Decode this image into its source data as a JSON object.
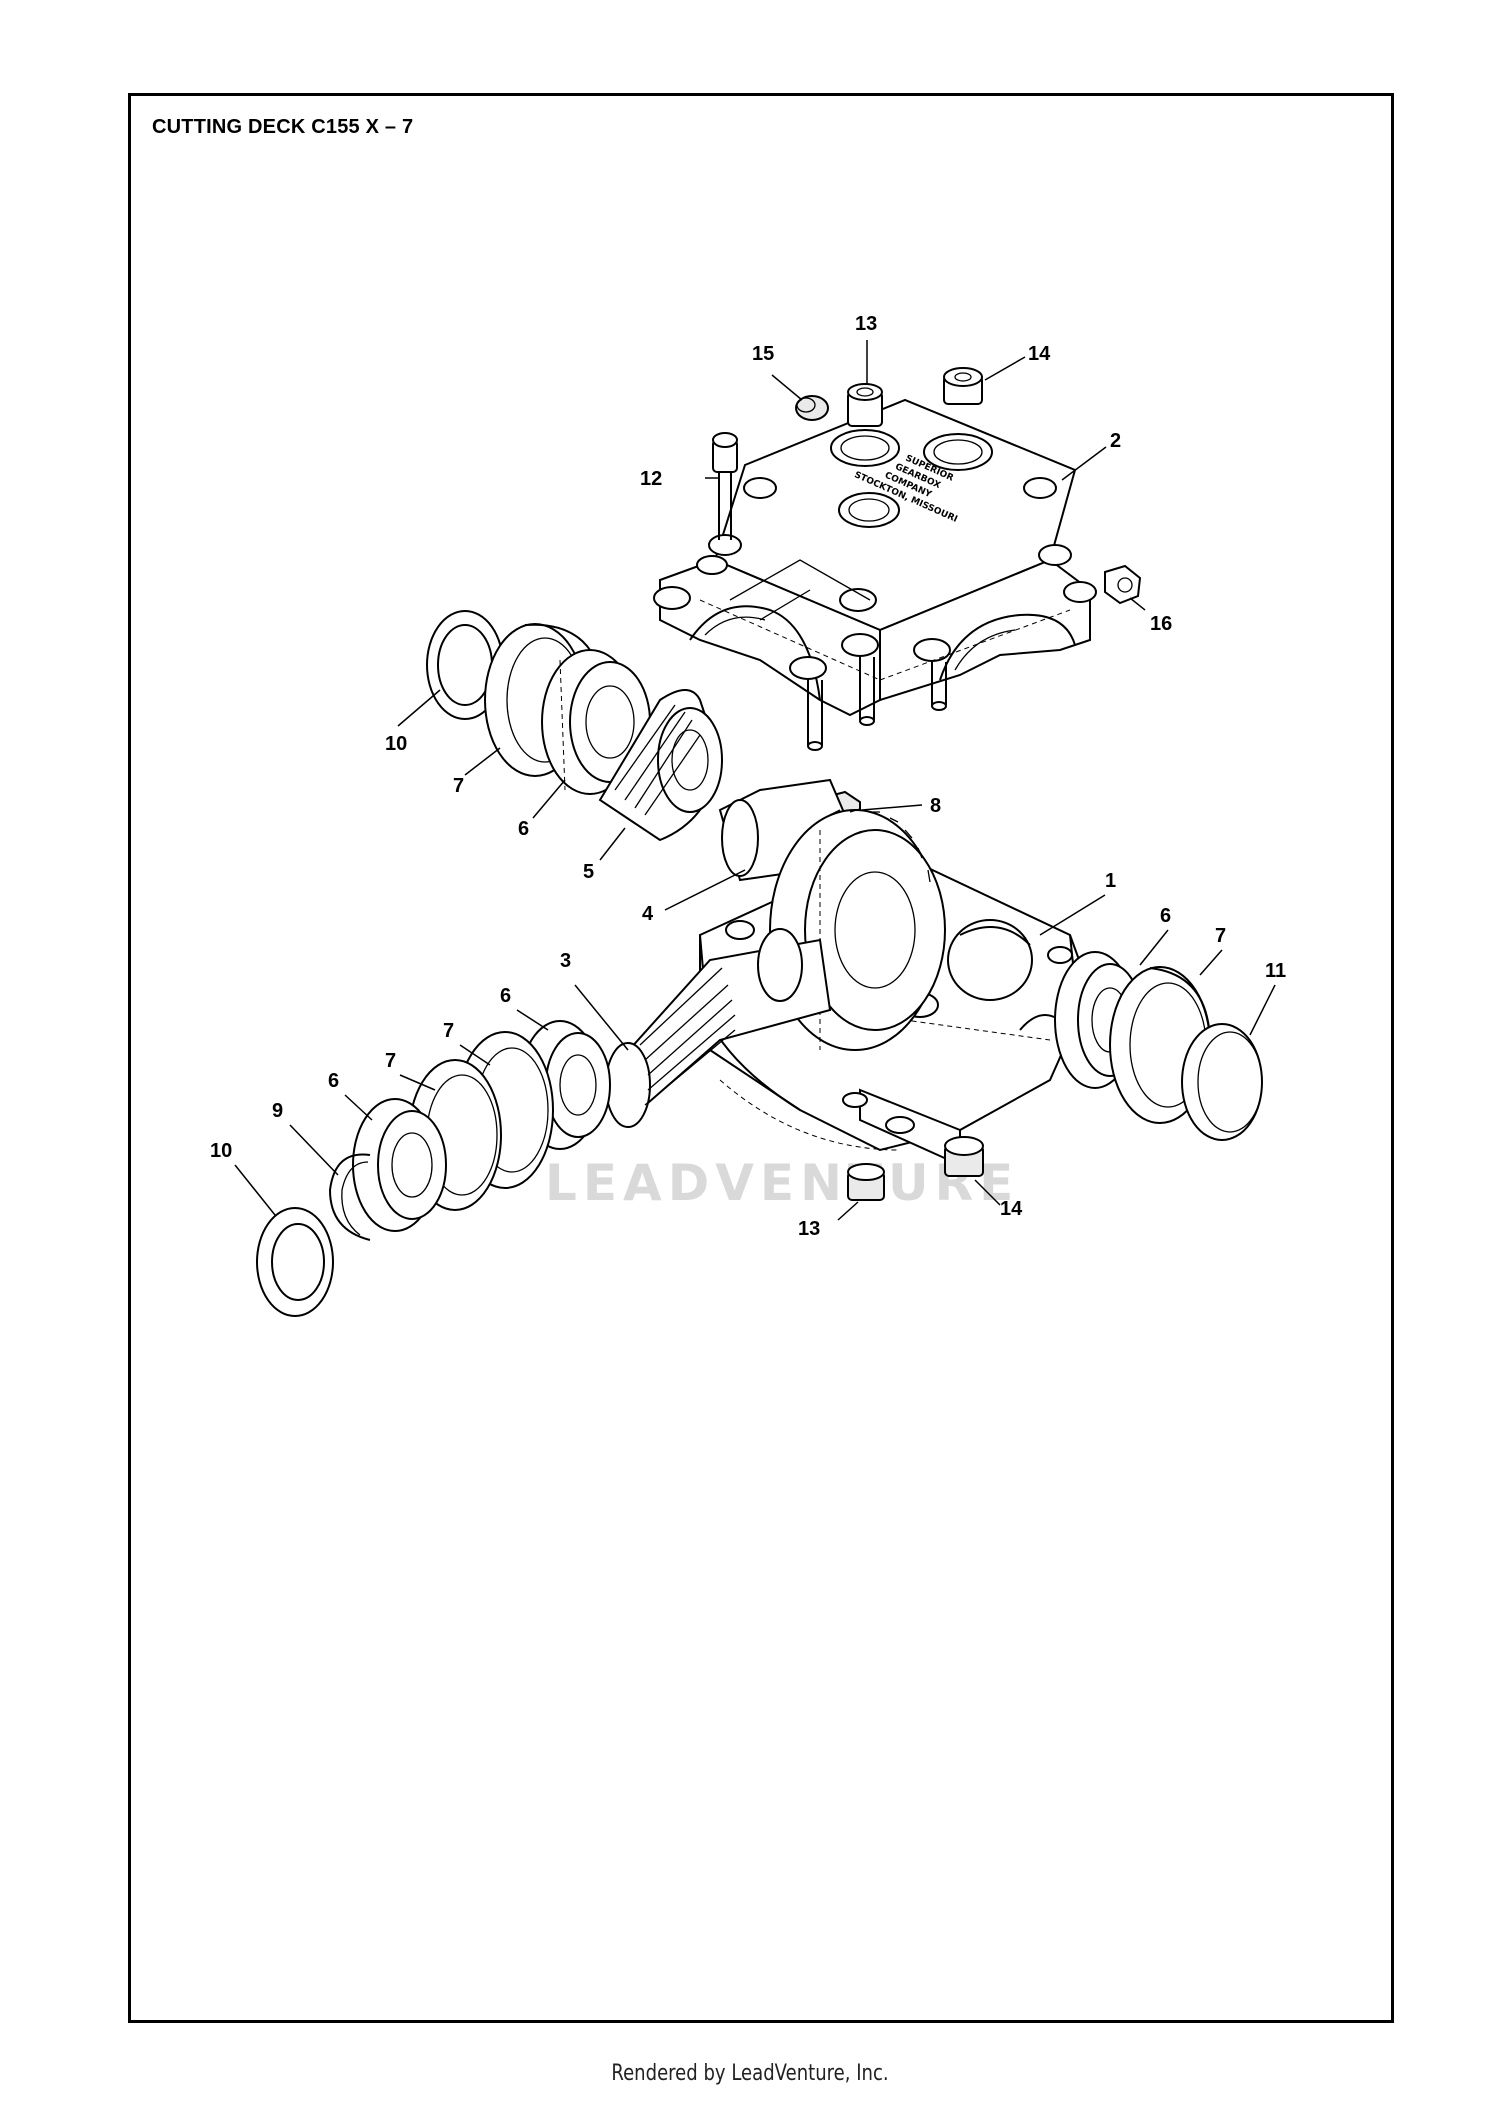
{
  "title": "CUTTING DECK C155 X – 7",
  "watermark": "LEADVENTURE",
  "footer": "Rendered by LeadVenture, Inc.",
  "housing_cast_text": {
    "line1": "SUPERIOR",
    "line2": "GEARBOX",
    "line3": "COMPANY",
    "line4": "STOCKTON, MISSOURI"
  },
  "callouts": {
    "c1": "1",
    "c2": "2",
    "c3": "3",
    "c4": "4",
    "c5": "5",
    "c6a": "6",
    "c6b": "6",
    "c6c": "6",
    "c6d": "6",
    "c7a": "7",
    "c7b": "7",
    "c7c": "7",
    "c7d": "7",
    "c8": "8",
    "c9": "9",
    "c10a": "10",
    "c10b": "10",
    "c11": "11",
    "c12": "12",
    "c13a": "13",
    "c13b": "13",
    "c14a": "14",
    "c14b": "14",
    "c15": "15",
    "c16": "16"
  }
}
